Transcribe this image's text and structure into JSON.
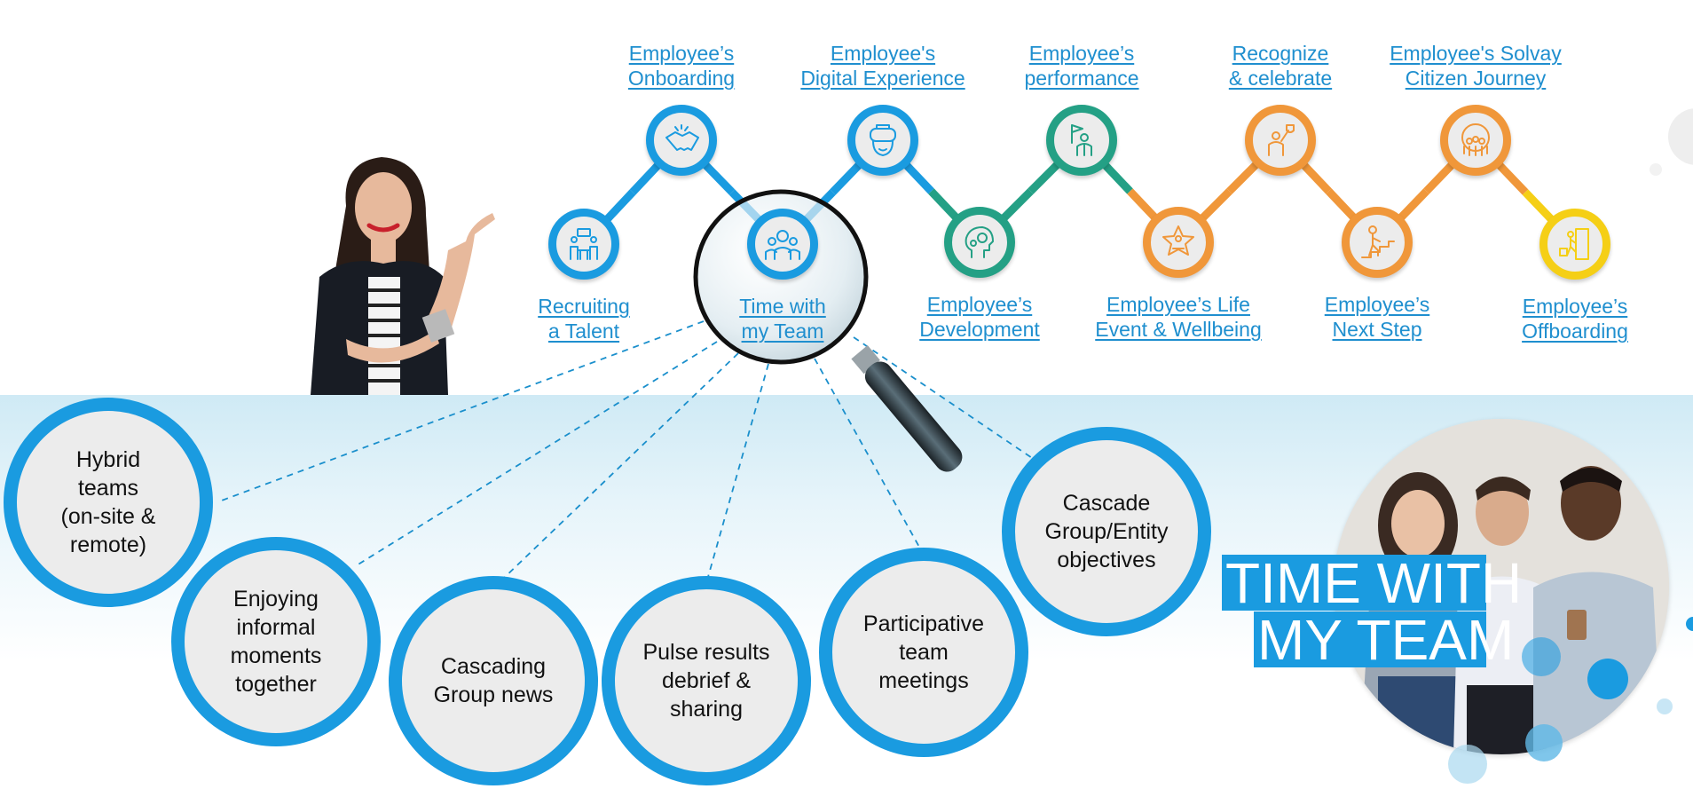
{
  "journey": {
    "nodes": [
      {
        "id": "recruiting",
        "label_lines": [
          "Recruiting",
          "a Talent"
        ],
        "icon": "meeting-icon",
        "color": "#1a9be0",
        "position": "bottom"
      },
      {
        "id": "onboarding",
        "label_lines": [
          "Employee’s",
          "Onboarding"
        ],
        "icon": "handshake-icon",
        "color": "#1a9be0",
        "position": "top"
      },
      {
        "id": "time-with-team",
        "label_lines": [
          "Time with",
          "my Team"
        ],
        "icon": "team-icon",
        "color": "#1a9be0",
        "position": "bottom"
      },
      {
        "id": "digital-experience",
        "label_lines": [
          "Employee's",
          "Digital Experience"
        ],
        "icon": "vr-headset-icon",
        "color": "#1a9be0",
        "position": "top"
      },
      {
        "id": "development",
        "label_lines": [
          "Employee’s",
          "Development"
        ],
        "icon": "head-gears-icon",
        "color": "#24a085",
        "position": "bottom"
      },
      {
        "id": "performance",
        "label_lines": [
          "Employee’s",
          "performance"
        ],
        "icon": "flag-person-icon",
        "color": "#24a085",
        "position": "top"
      },
      {
        "id": "life-event",
        "label_lines": [
          "Employee’s Life",
          "Event & Wellbeing"
        ],
        "icon": "star-person-icon",
        "color": "#f0973a",
        "position": "bottom"
      },
      {
        "id": "recognize",
        "label_lines": [
          "Recognize",
          "& celebrate"
        ],
        "icon": "trophy-person-icon",
        "color": "#f0973a",
        "position": "top"
      },
      {
        "id": "next-step",
        "label_lines": [
          "Employee’s",
          "Next Step"
        ],
        "icon": "stairs-person-icon",
        "color": "#f0973a",
        "position": "bottom"
      },
      {
        "id": "solvay-citizen",
        "label_lines": [
          "Employee's Solvay",
          "Citizen Journey"
        ],
        "icon": "globe-people-icon",
        "color": "#f0973a",
        "position": "top"
      },
      {
        "id": "offboarding",
        "label_lines": [
          "Employee’s",
          "Offboarding"
        ],
        "icon": "exit-door-icon",
        "color": "#f5cf16",
        "position": "bottom"
      }
    ]
  },
  "topics": [
    {
      "id": "hybrid",
      "lines": [
        "Hybrid",
        "teams",
        "(on-site &",
        "remote)"
      ]
    },
    {
      "id": "informal",
      "lines": [
        "Enjoying",
        "informal",
        "moments",
        "together"
      ]
    },
    {
      "id": "group-news",
      "lines": [
        "Cascading",
        "Group news"
      ]
    },
    {
      "id": "pulse",
      "lines": [
        "Pulse results",
        "debrief &",
        "sharing"
      ]
    },
    {
      "id": "meetings",
      "lines": [
        "Participative",
        "team",
        "meetings"
      ]
    },
    {
      "id": "objectives",
      "lines": [
        "Cascade",
        "Group/Entity",
        "objectives"
      ]
    }
  ],
  "hero": {
    "title_line1": "TIME WITH",
    "title_line2": "MY TEAM"
  },
  "colors": {
    "brand_blue": "#1a9be0",
    "teal": "#24a085",
    "orange": "#f0973a",
    "yellow": "#f5cf16",
    "link_text": "#1f8fcf",
    "topic_fill": "#ececec"
  }
}
